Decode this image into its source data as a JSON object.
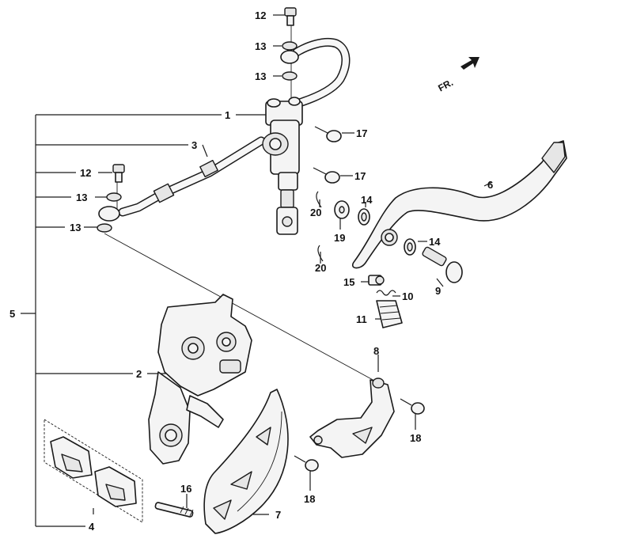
{
  "direction_mark": "FR.",
  "labels": {
    "l1": "1",
    "l2": "2",
    "l3": "3",
    "l4": "4",
    "l5": "5",
    "l6": "6",
    "l7": "7",
    "l8": "8",
    "l9": "9",
    "l10": "10",
    "l11": "11",
    "l12a": "12",
    "l12b": "12",
    "l13a": "13",
    "l13b": "13",
    "l13c": "13",
    "l13d": "13",
    "l14a": "14",
    "l14b": "14",
    "l15": "15",
    "l16": "16",
    "l17a": "17",
    "l17b": "17",
    "l18a": "18",
    "l18b": "18",
    "l19": "19",
    "l20a": "20",
    "l20b": "20"
  }
}
